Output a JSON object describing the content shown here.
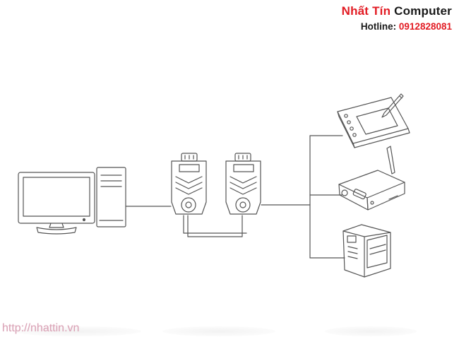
{
  "brand": {
    "name_part_red": "Nhất Tín",
    "name_part_dark": " Computer",
    "hotline_label": "Hotline:",
    "hotline_number": "0912828081",
    "accent_color": "#e21b23"
  },
  "footer": {
    "url": "http://nhattin.vn"
  },
  "devices": {
    "computer": "desktop-computer-icon",
    "adapters": "rs232-adapter-icon",
    "tablet": "drawing-tablet-icon",
    "router": "wireless-router-icon",
    "printer": "label-printer-icon"
  }
}
